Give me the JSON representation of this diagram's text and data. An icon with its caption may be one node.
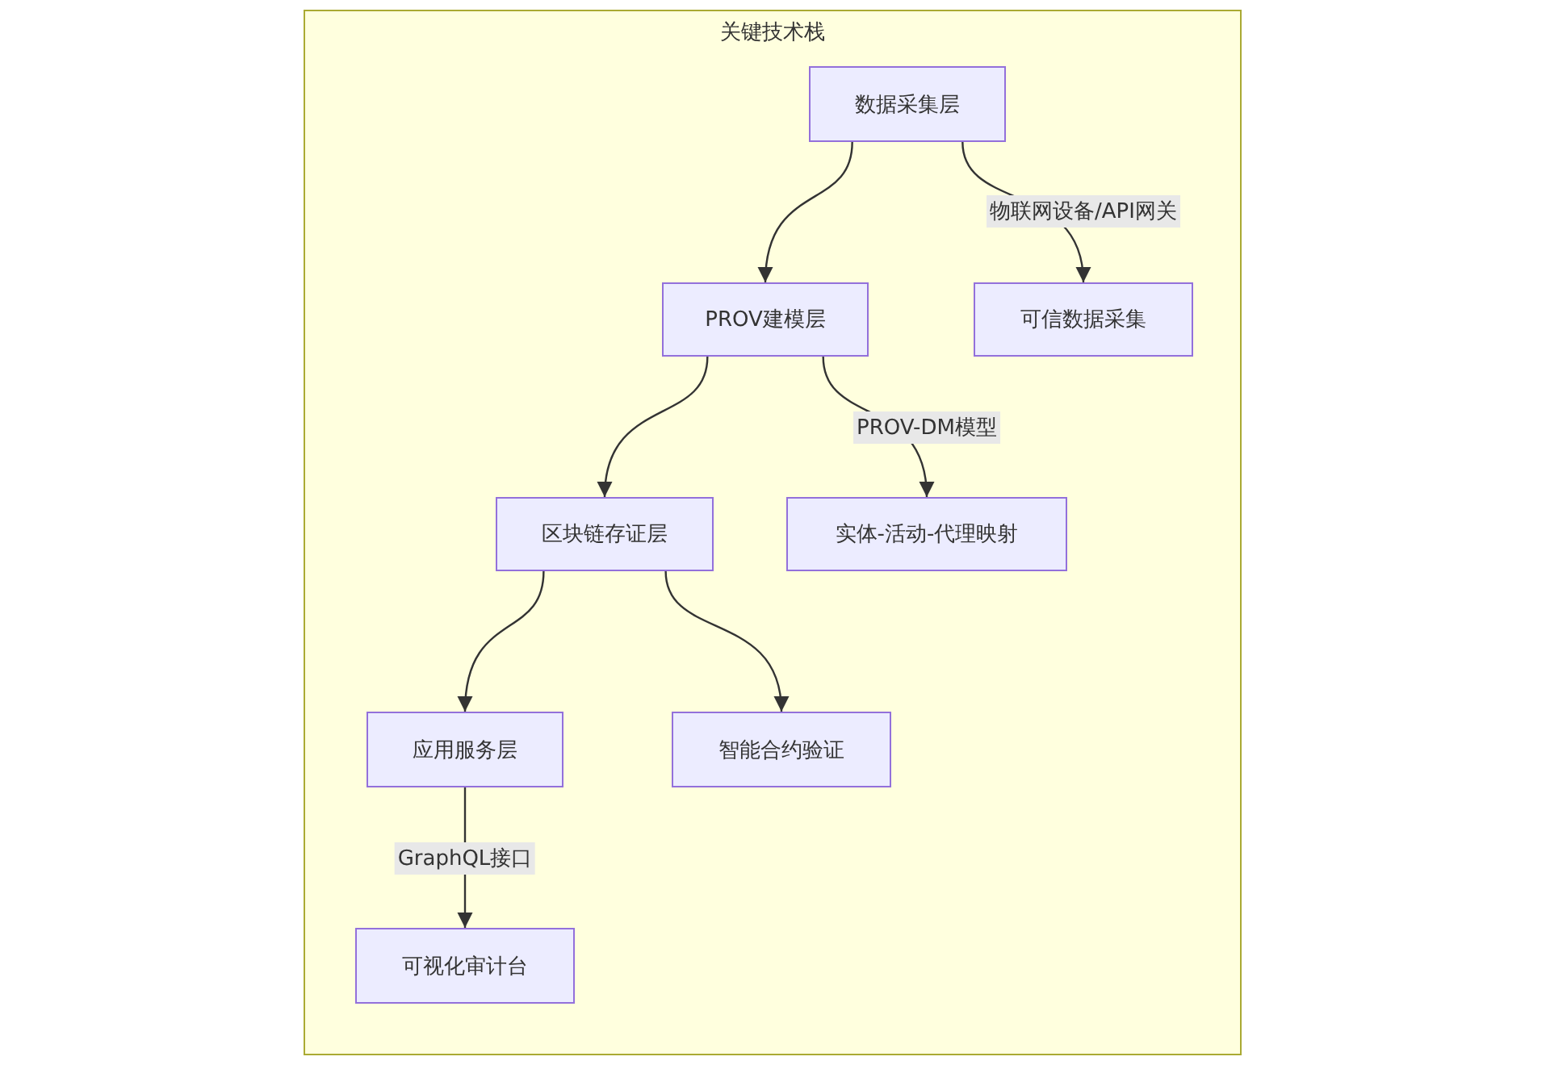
{
  "diagram": {
    "nodes": [
      {
        "text": [
          "关键技术栈"
        ]
      },
      {
        "text": [
          "数据采集层"
        ],
        "in": 0
      },
      {
        "text": [
          "PROV建模层"
        ],
        "in": 0
      },
      {
        "text": [
          "可信数据采集"
        ],
        "in": 0
      },
      {
        "text": [
          "区块链存证层"
        ],
        "in": 0
      },
      {
        "text": [
          "实体-活动-代理映射"
        ],
        "in": 0
      },
      {
        "text": [
          "应用服务层"
        ],
        "in": 0
      },
      {
        "text": [
          "智能合约验证"
        ],
        "in": 0
      },
      {
        "text": [
          "可视化审计台"
        ],
        "in": 0
      }
    ],
    "edges": [
      {
        "from": 1,
        "to": 2,
        "arrow": "to"
      },
      {
        "from": 1,
        "to": 3,
        "arrow": "to",
        "label": "物联网设备/API网关"
      },
      {
        "from": 2,
        "to": 4,
        "arrow": "to"
      },
      {
        "from": 2,
        "to": 5,
        "arrow": "to",
        "label": "PROV-DM模型"
      },
      {
        "from": 4,
        "to": 6,
        "arrow": "to"
      },
      {
        "from": 4,
        "to": 7,
        "arrow": "to"
      },
      {
        "from": 6,
        "to": 8,
        "arrow": "to",
        "label": "GraphQL接口"
      }
    ]
  }
}
